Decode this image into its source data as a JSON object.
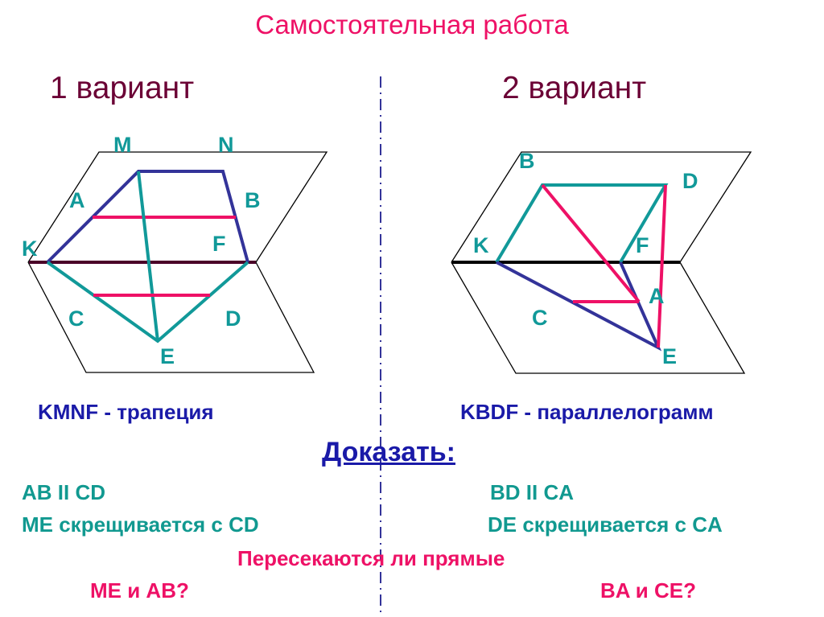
{
  "title": "Самостоятельная работа",
  "variant1": {
    "heading": "1 вариант",
    "labels": {
      "M": "M",
      "N": "N",
      "A": "A",
      "B": "B",
      "K": "K",
      "F": "F",
      "C": "C",
      "D": "D",
      "E": "E"
    },
    "given": "KMNF - трапеция",
    "tasks": [
      "AB II CD",
      "ME скрещивается с CD"
    ],
    "question_lines": "ME и AB?"
  },
  "variant2": {
    "heading": "2 вариант",
    "labels": {
      "B": "B",
      "D": "D",
      "K": "K",
      "F": "F",
      "A": "A",
      "C": "C",
      "E": "E"
    },
    "given": "KBDF - параллелограмм",
    "tasks": [
      "BD II CA",
      "DE скрещивается с CA"
    ],
    "question_lines": "BA и CE?"
  },
  "prove_label": "Доказать:",
  "question_common": "Пересекаются ли прямые",
  "colors": {
    "title": "#ee1166",
    "variant": "#6b0035",
    "teal": "#119999",
    "navy": "#1a1aa8",
    "pink": "#ee1166",
    "plane_line": "#000000",
    "edge_dark": "#4a0028",
    "divider": "#333399"
  }
}
